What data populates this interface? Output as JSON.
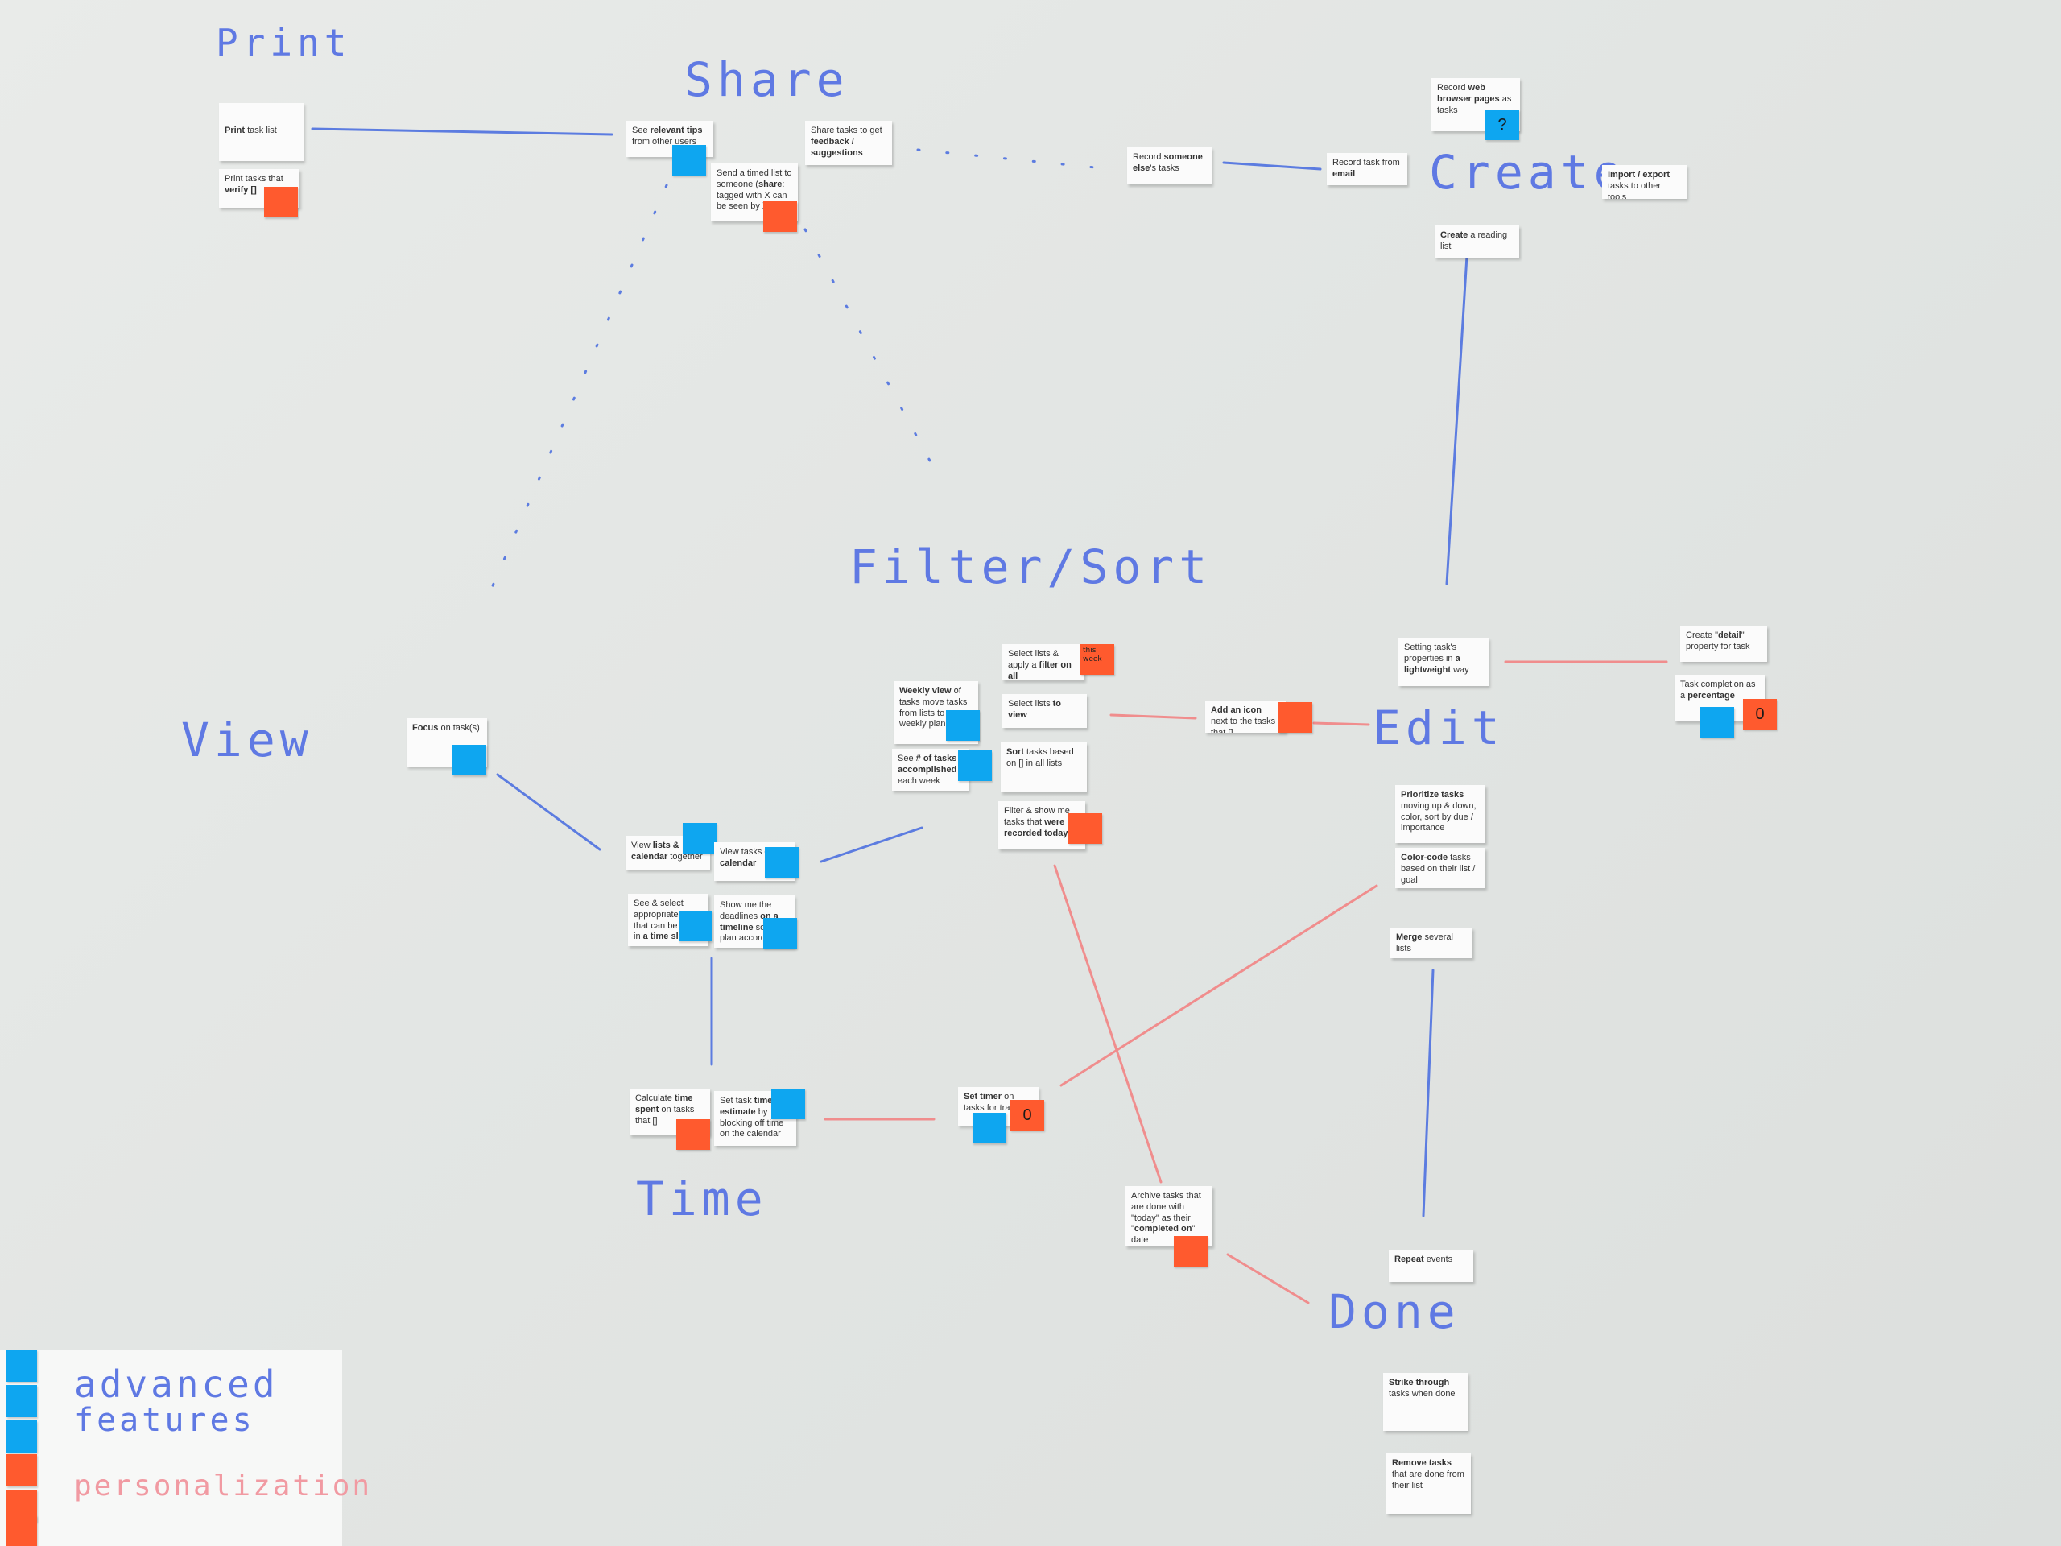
{
  "colors": {
    "headings": "#5f79e3",
    "advanced": "#0ea6f0",
    "personalization": "#ff5a2e",
    "blue_link": "#5c7ce0",
    "red_link": "#f08d8d"
  },
  "headings": {
    "print": "Print",
    "share": "Share",
    "create": "Create",
    "filter_sort": "Filter/Sort",
    "view": "View",
    "edit": "Edit",
    "time": "Time",
    "done": "Done"
  },
  "cards": {
    "print_task_list": [
      "",
      "Print",
      " task list"
    ],
    "print_tasks_verify": [
      "Print tasks that ",
      "verify []",
      ""
    ],
    "relevant_tips": [
      "See ",
      "relevant tips",
      " from other users"
    ],
    "timed_list": [
      "Send a timed list to someone (",
      "share",
      ": tagged with X can be seen by X)"
    ],
    "share_feedback": [
      "Share tasks to get ",
      "feedback / suggestions",
      ""
    ],
    "record_someone": [
      "Record ",
      "someone else",
      "'s tasks"
    ],
    "record_email": [
      "Record task from ",
      "email",
      ""
    ],
    "record_web": [
      "Record ",
      "web browser pages",
      " as tasks"
    ],
    "import_export": [
      "",
      "Import / export",
      " tasks to other tools"
    ],
    "reading_list": [
      "",
      "Create",
      " a reading list"
    ],
    "select_filter": [
      "Select lists & apply a ",
      "filter on all",
      ""
    ],
    "weekly_view": [
      "",
      "Weekly view",
      " of tasks move tasks from lists to a weekly planning"
    ],
    "select_view": [
      "Select lists ",
      "to view",
      ""
    ],
    "num_tasks": [
      "See ",
      "# of tasks accomplished",
      " each week"
    ],
    "sort_tasks": [
      "",
      "Sort",
      " tasks based on [] in all lists"
    ],
    "filter_today": [
      "Filter & show me tasks that ",
      "were recorded today",
      ""
    ],
    "add_icon": [
      "",
      "Add an icon",
      " next to the tasks that []"
    ],
    "lightweight": [
      "Setting task's properties in ",
      "a lightweight",
      " way"
    ],
    "detail_property": [
      "Create \"",
      "detail",
      "\" property for task"
    ],
    "completion_pct": [
      "Task completion as a ",
      "percentage",
      ""
    ],
    "focus": [
      "",
      "Focus",
      " on task(s)"
    ],
    "lists_calendar": [
      "View ",
      "lists & calendar",
      " together"
    ],
    "tasks_calendar": [
      "View tasks on ",
      "calendar",
      ""
    ],
    "time_slot": [
      "See & select appropriate tasks that can be done in ",
      "a time slot",
      ""
    ],
    "deadlines": [
      "Show me the deadlines ",
      "on a timeline",
      " so I can plan accordingly"
    ],
    "prioritize": [
      "",
      "Prioritize tasks",
      " moving up & down, color, sort by due / importance"
    ],
    "color_code": [
      "",
      "Color-code",
      " tasks based on their list / goal"
    ],
    "merge": [
      "",
      "Merge",
      " several lists"
    ],
    "calc_time": [
      "Calculate ",
      "time spent",
      " on tasks that []"
    ],
    "time_estimate": [
      "Set task ",
      "time estimate",
      " by blocking off time on the calendar"
    ],
    "set_timer": [
      "",
      "Set timer",
      " on tasks for tracking"
    ],
    "archive": [
      "Archive tasks that are done with \"today\" as their \"",
      "completed on",
      "\" date"
    ],
    "repeat": [
      "",
      "Repeat",
      " events"
    ],
    "strike": [
      "",
      "Strike through",
      " tasks when done"
    ],
    "remove": [
      "",
      "Remove tasks",
      " that are done from their list"
    ]
  },
  "marks": {
    "web_question": "?",
    "timer_zero": "0",
    "percent_zero": "0",
    "filter_note": "this week"
  },
  "legend": {
    "advanced_line1": "advanced",
    "advanced_line2": "features",
    "personalization": "personalization"
  }
}
